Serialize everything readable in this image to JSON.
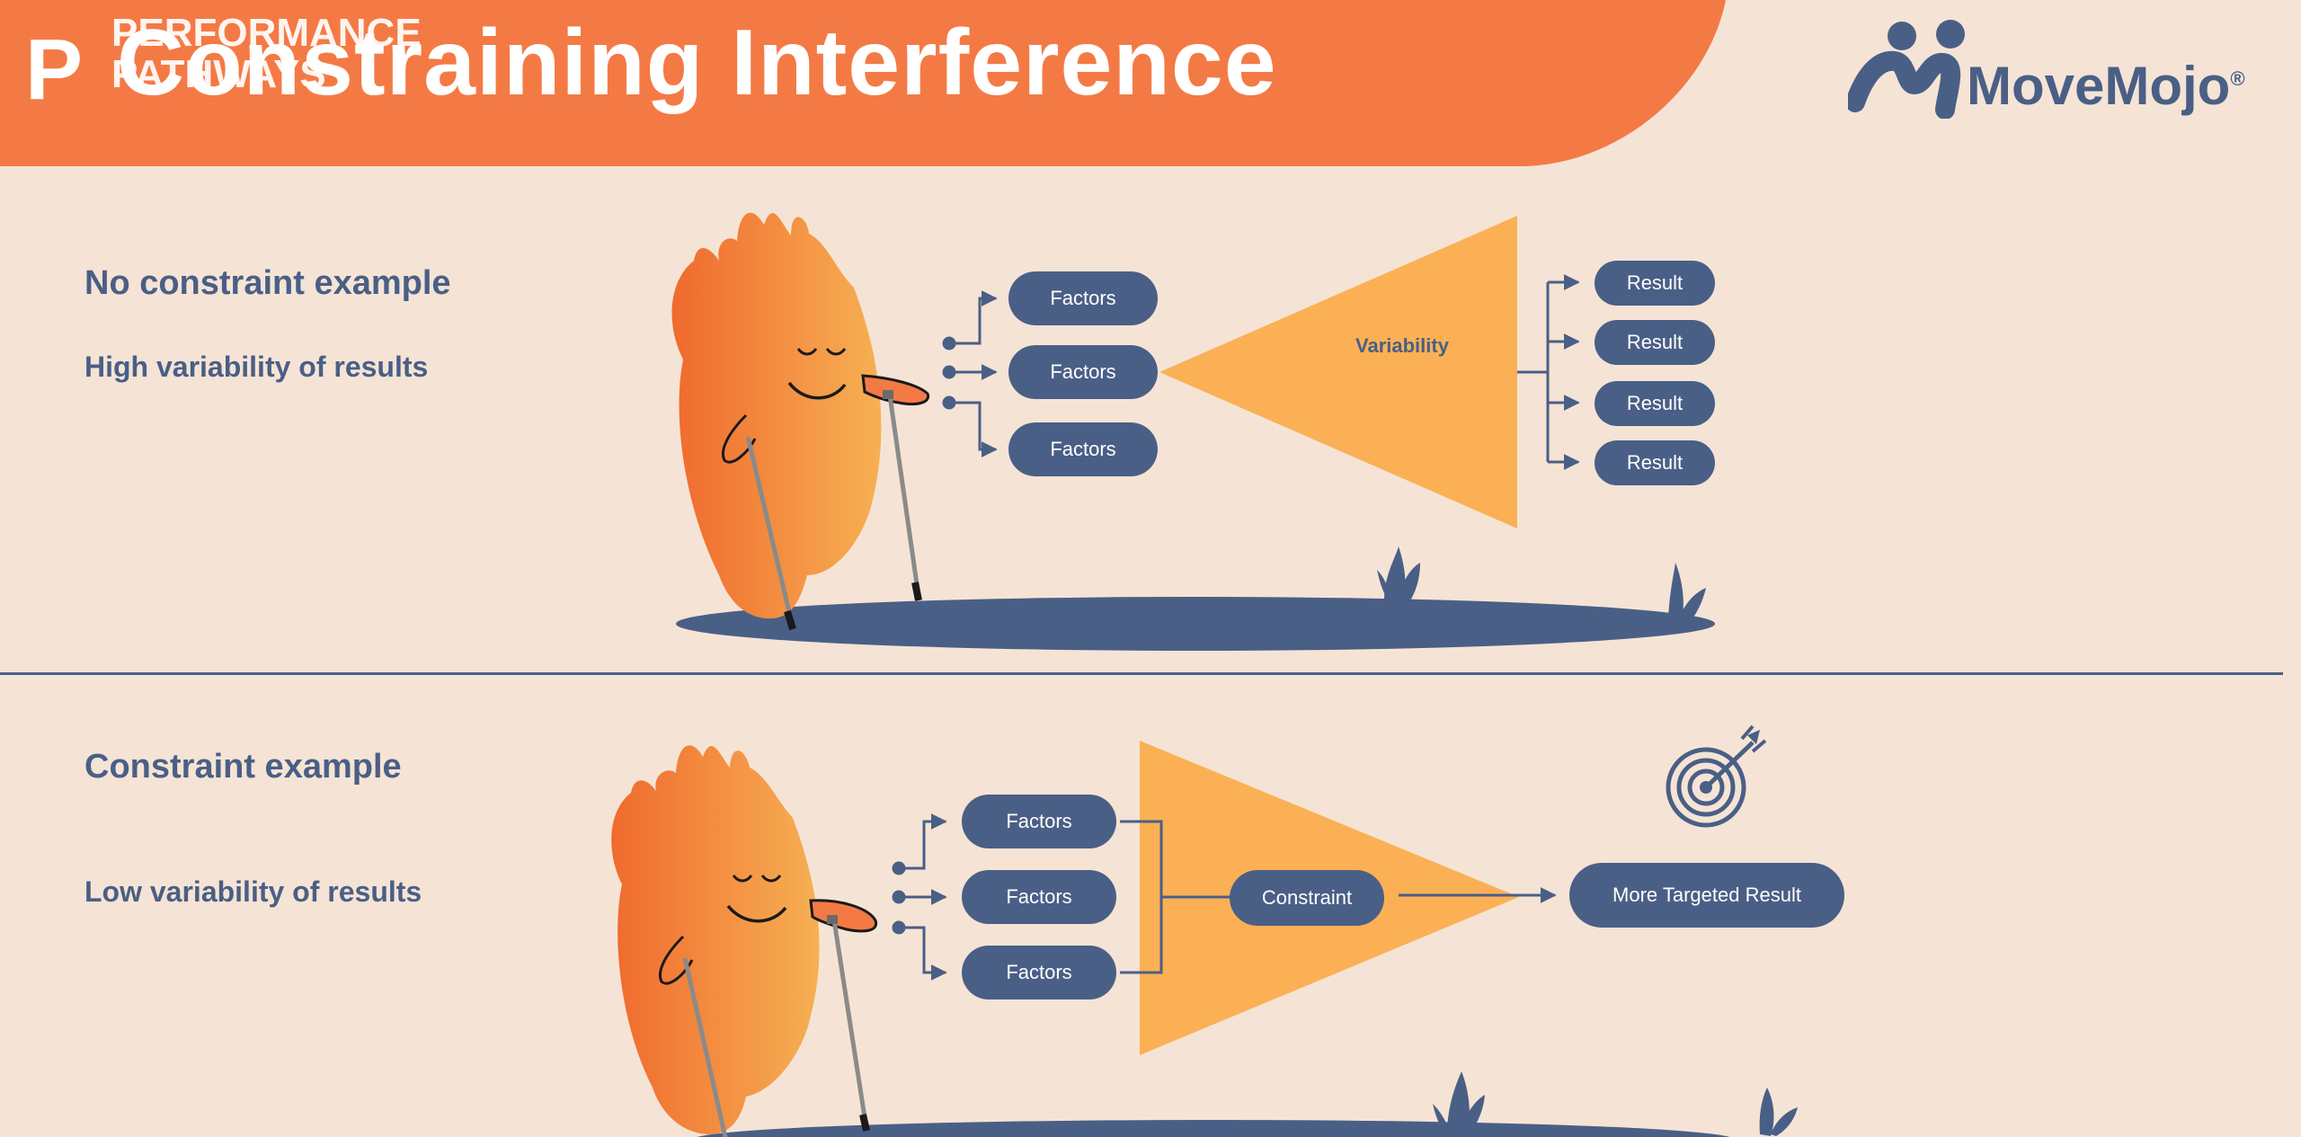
{
  "header": {
    "brand_mark": "P",
    "brand_line1": "PERFORMANCE",
    "brand_line2": "PATHWAYS",
    "title": "Constraining Interference"
  },
  "logo": {
    "name": "MoveMojo",
    "registered": "®"
  },
  "section_no_constraint": {
    "title": "No constraint example",
    "subtitle": "High variability of results",
    "factors": [
      "Factors",
      "Factors",
      "Factors"
    ],
    "triangle_label": "Variability",
    "results": [
      "Result",
      "Result",
      "Result",
      "Result"
    ]
  },
  "section_constraint": {
    "title": "Constraint example",
    "subtitle": "Low variability of results",
    "factors": [
      "Factors",
      "Factors",
      "Factors"
    ],
    "constraint_label": "Constraint",
    "result": "More Targeted Result"
  },
  "colors": {
    "background": "#f5e4d5",
    "header": "#f47a45",
    "navy": "#4a5f86",
    "triangle": "#fbb055",
    "character_light": "#f6ad4e",
    "character_dark": "#f06a2e"
  }
}
